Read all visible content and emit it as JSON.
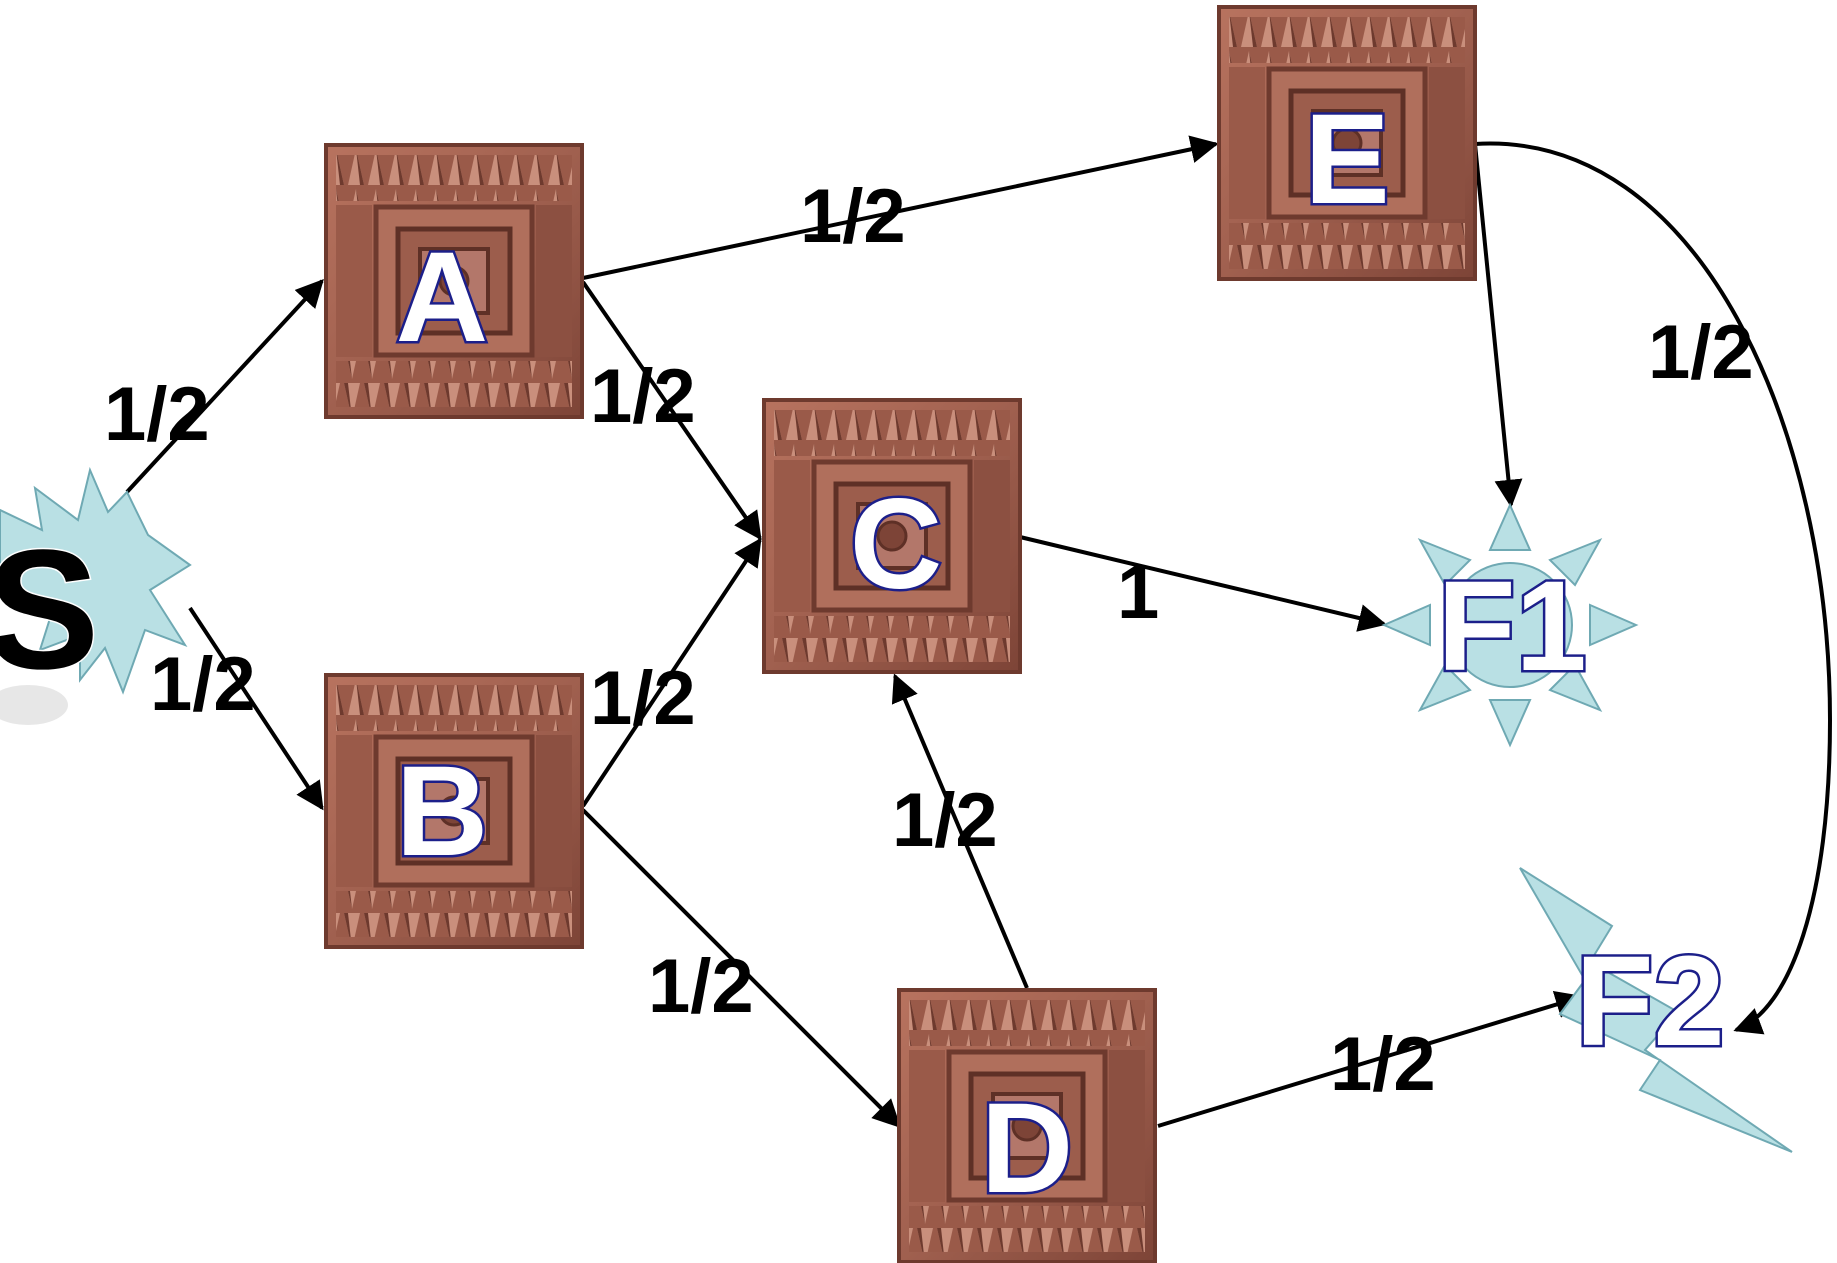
{
  "colors": {
    "tile_base": "#a0604f",
    "tile_dark": "#6e3a2e",
    "tile_light": "#c98f7c",
    "burst_fill": "#b9e0e4",
    "burst_stroke": "#6fa9b3",
    "letter_outline": "#1c1f8a",
    "edge": "#000000"
  },
  "icons": {
    "tile": "carved-terracotta-tile-icon",
    "start": "starburst-icon",
    "f1": "sun-icon",
    "f2": "lightning-bolt-icon"
  },
  "nodes": {
    "S": "S",
    "A": "A",
    "B": "B",
    "C": "C",
    "D": "D",
    "E": "E",
    "F1": "F1",
    "F2": "F2"
  },
  "edges": [
    {
      "from": "S",
      "to": "A",
      "label": "1/2"
    },
    {
      "from": "S",
      "to": "B",
      "label": "1/2"
    },
    {
      "from": "A",
      "to": "E",
      "label": "1/2"
    },
    {
      "from": "A",
      "to": "C",
      "label": "1/2"
    },
    {
      "from": "B",
      "to": "C",
      "label": "1/2"
    },
    {
      "from": "B",
      "to": "D",
      "label": "1/2"
    },
    {
      "from": "C",
      "to": "F1",
      "label": "1"
    },
    {
      "from": "D",
      "to": "C",
      "label": "1/2"
    },
    {
      "from": "D",
      "to": "F2",
      "label": "1/2"
    },
    {
      "from": "E",
      "to": "F1",
      "label": ""
    },
    {
      "from": "E",
      "to": "F2",
      "label": "1/2"
    }
  ]
}
